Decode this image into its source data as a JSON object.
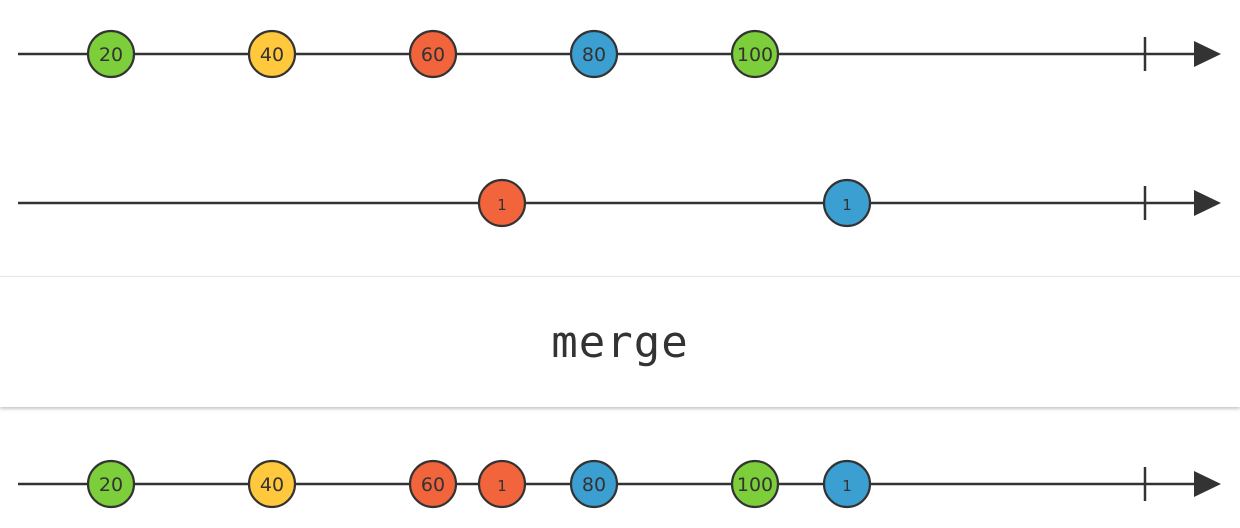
{
  "operator": {
    "label": "merge"
  },
  "colors": {
    "green": "#7ccf3a",
    "yellow": "#ffc83d",
    "red": "#f2643c",
    "blue": "#3c9fd2",
    "line": "#333333"
  },
  "timelines": [
    {
      "name": "input-stream-a",
      "marbles": [
        {
          "label": "20",
          "color": "green",
          "t": 0.08
        },
        {
          "label": "40",
          "color": "yellow",
          "t": 0.22
        },
        {
          "label": "60",
          "color": "red",
          "t": 0.36
        },
        {
          "label": "80",
          "color": "blue",
          "t": 0.5
        },
        {
          "label": "100",
          "color": "green",
          "t": 0.64
        }
      ],
      "completed": true
    },
    {
      "name": "input-stream-b",
      "marbles": [
        {
          "label": "1",
          "color": "red",
          "t": 0.42
        },
        {
          "label": "1",
          "color": "blue",
          "t": 0.72
        }
      ],
      "completed": true
    },
    {
      "name": "output-stream",
      "marbles": [
        {
          "label": "20",
          "color": "green",
          "t": 0.08
        },
        {
          "label": "40",
          "color": "yellow",
          "t": 0.22
        },
        {
          "label": "60",
          "color": "red",
          "t": 0.36
        },
        {
          "label": "1",
          "color": "red",
          "t": 0.42
        },
        {
          "label": "80",
          "color": "blue",
          "t": 0.5
        },
        {
          "label": "100",
          "color": "green",
          "t": 0.64
        },
        {
          "label": "1",
          "color": "blue",
          "t": 0.72
        }
      ],
      "completed": true
    }
  ]
}
